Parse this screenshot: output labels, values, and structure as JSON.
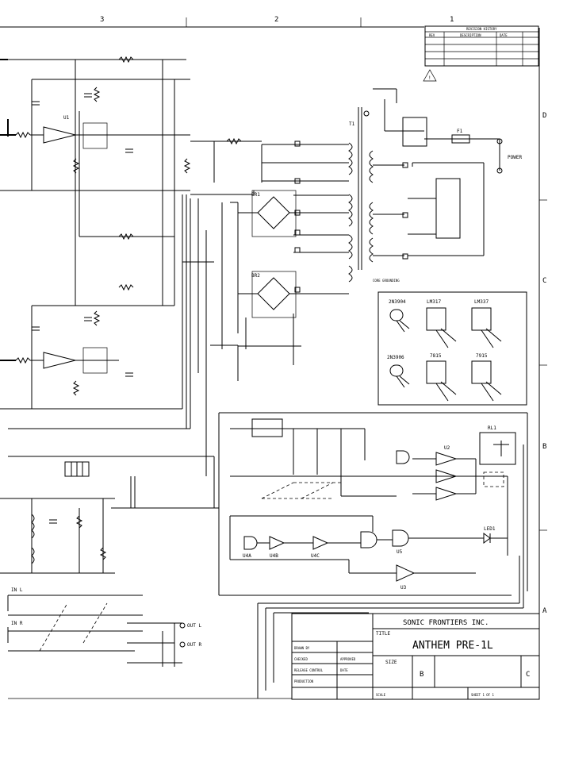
{
  "zones": {
    "top": [
      "3",
      "2",
      "1"
    ],
    "right": [
      "D",
      "C",
      "B",
      "A"
    ]
  },
  "revision_block": {
    "header": "REVISION HISTORY",
    "col_rev": "REV",
    "col_desc": "DESCRIPTION",
    "col_date": "DATE"
  },
  "title_block": {
    "company": "SONIC FRONTIERS INC.",
    "title_label": "TITLE",
    "title": "ANTHEM PRE-1L",
    "size_label": "SIZE",
    "size_value": "B",
    "rev_value": "C",
    "drawn_by": "DRAWN BY",
    "checked_by": "CHECKED",
    "approved": "APPROVED",
    "released": "RELEASE CONTROL",
    "production": "PRODUCTION",
    "date_label": "DATE",
    "scale": "SCALE",
    "sheet": "SHEET 1 OF 1"
  },
  "schematic": {
    "transformer": "T1",
    "fuse": "F1",
    "transformer_note": "CORE GROUNDING",
    "bridge_1": "BR1",
    "bridge_2": "BR2",
    "pinout_labels": [
      "2N3904",
      "LM317",
      "LM337",
      "2N3906",
      "7815",
      "7915"
    ],
    "opamps": [
      "U1",
      "U2",
      "U3"
    ],
    "logic": [
      "U4A",
      "U4B",
      "U4C",
      "U5"
    ],
    "relay": "RL1",
    "led": "LED1",
    "output_labels": [
      "OUT L",
      "OUT R"
    ],
    "input_labels": [
      "IN L",
      "IN R"
    ],
    "power_label": "POWER"
  }
}
